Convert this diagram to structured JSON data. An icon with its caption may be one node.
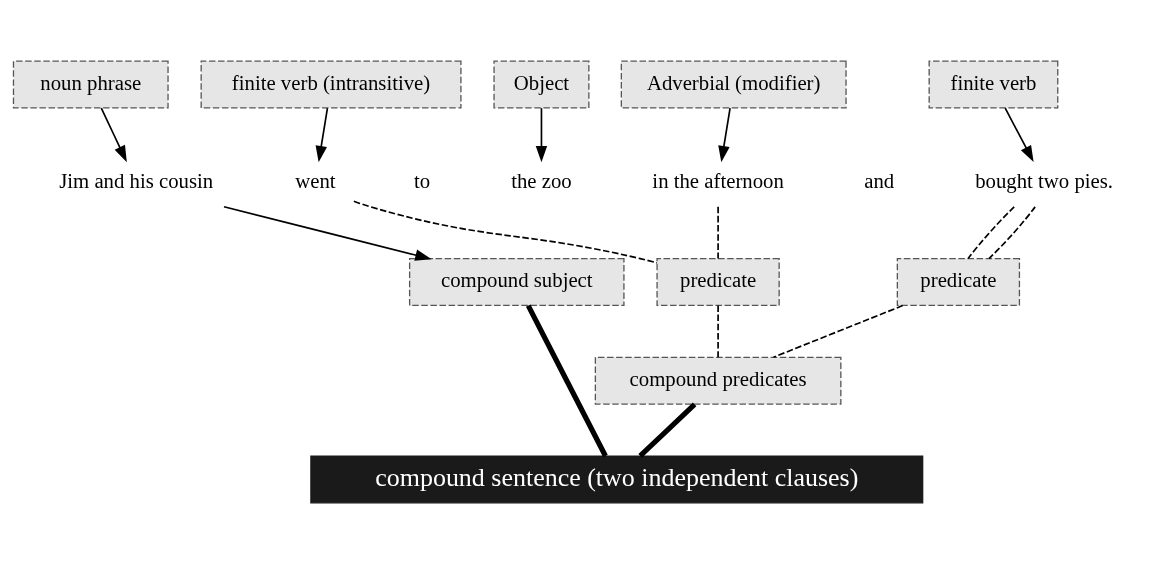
{
  "diagram": {
    "nodes": [
      {
        "text": [
          "noun phrase"
        ]
      },
      {
        "text": [
          "finite verb (intransitive)"
        ]
      },
      {
        "text": [
          "Object"
        ]
      },
      {
        "text": [
          "Adverbial (modifier)"
        ]
      },
      {
        "text": [
          "finite verb"
        ]
      },
      {
        "text": [
          "Jim and his cousin"
        ]
      },
      {
        "text": [
          "went"
        ]
      },
      {
        "text": [
          "the zoo"
        ]
      },
      {
        "text": [
          "in the afternoon"
        ]
      },
      {
        "text": [
          "bought two pies."
        ]
      },
      {
        "text": [
          "compound subject"
        ]
      },
      {
        "text": [
          "predicate"
        ]
      },
      {
        "text": [
          "predicate"
        ]
      },
      {
        "text": [
          "compound predicates"
        ]
      },
      {
        "text": [
          "compound sentence (two independent clauses)"
        ]
      }
    ],
    "edges": [
      {
        "from": 0,
        "to": 5,
        "arrow": "to"
      },
      {
        "from": 1,
        "to": 6,
        "arrow": "to"
      },
      {
        "from": 2,
        "to": 7,
        "arrow": "to"
      },
      {
        "from": 3,
        "to": 8,
        "arrow": "to"
      },
      {
        "from": 4,
        "to": 9,
        "arrow": "to"
      },
      {
        "from": 5,
        "to": 10,
        "arrow": "to"
      },
      {
        "from": 6,
        "to": 11,
        "arrow": "none",
        "style": "dashed"
      },
      {
        "from": 8,
        "to": 11,
        "arrow": "none",
        "style": "dashed"
      },
      {
        "from": 9,
        "to": 12,
        "arrow": "none",
        "style": "dashed"
      },
      {
        "from": 9,
        "to": 12,
        "arrow": "none",
        "style": "dashed"
      },
      {
        "from": 11,
        "to": 13,
        "arrow": "none",
        "style": "dashed"
      },
      {
        "from": 12,
        "to": 13,
        "arrow": "none",
        "style": "dashed"
      },
      {
        "from": 10,
        "to": 14,
        "arrow": "none",
        "style": "thick"
      },
      {
        "from": 13,
        "to": 14,
        "arrow": "none",
        "style": "thick"
      }
    ],
    "labels": [
      "to",
      "and"
    ]
  }
}
